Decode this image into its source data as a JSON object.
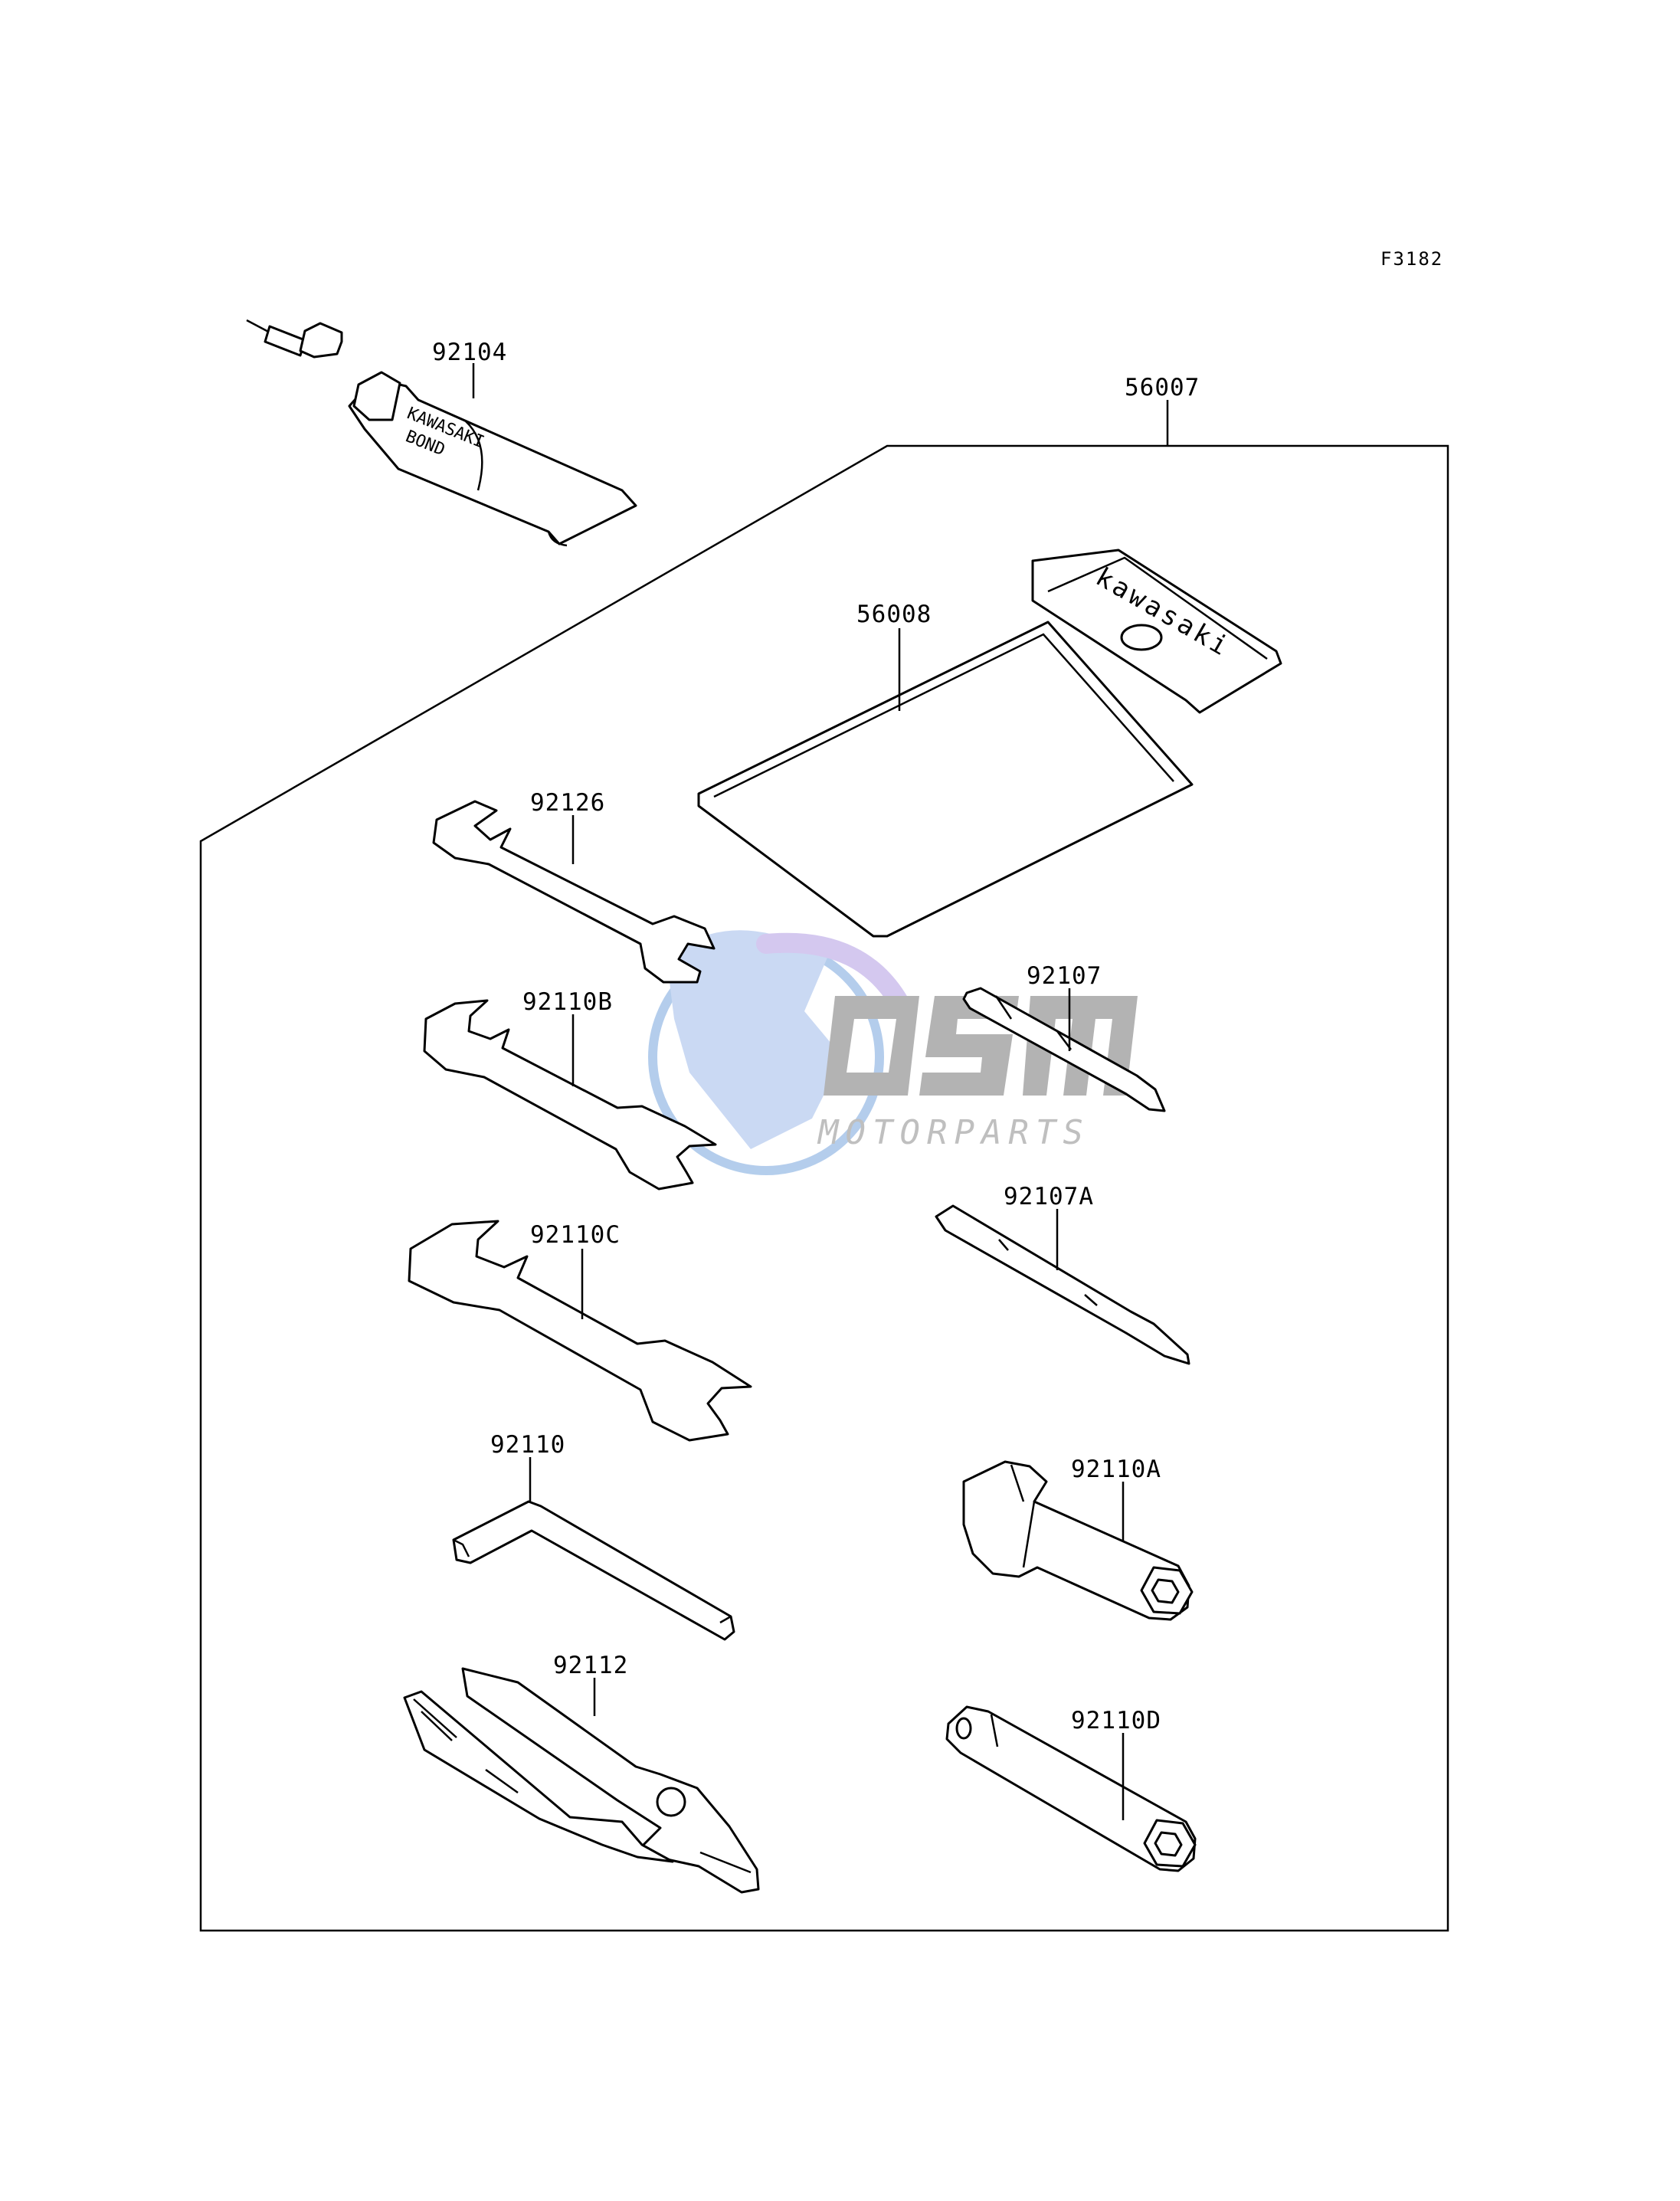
{
  "diagram": {
    "figure_code": "F3182",
    "parts": [
      {
        "id": "92104",
        "label": "92104"
      },
      {
        "id": "56007",
        "label": "56007"
      },
      {
        "id": "56008",
        "label": "56008"
      },
      {
        "id": "92126",
        "label": "92126"
      },
      {
        "id": "92110B",
        "label": "92110B"
      },
      {
        "id": "92110C",
        "label": "92110C"
      },
      {
        "id": "92110",
        "label": "92110"
      },
      {
        "id": "92112",
        "label": "92112"
      },
      {
        "id": "92107",
        "label": "92107"
      },
      {
        "id": "92107A",
        "label": "92107A"
      },
      {
        "id": "92110A",
        "label": "92110A"
      },
      {
        "id": "92110D",
        "label": "92110D"
      }
    ],
    "tube_text": {
      "line1": "KAWASAKI",
      "line2": "BOND"
    },
    "pouch_brand": "kawasaki"
  },
  "watermark": {
    "logo": "OSM",
    "tagline": "MOTORPARTS",
    "colors": {
      "globe": "#9bbde6",
      "accent": "#b9a7e0",
      "text": "#a9a9a9"
    }
  }
}
